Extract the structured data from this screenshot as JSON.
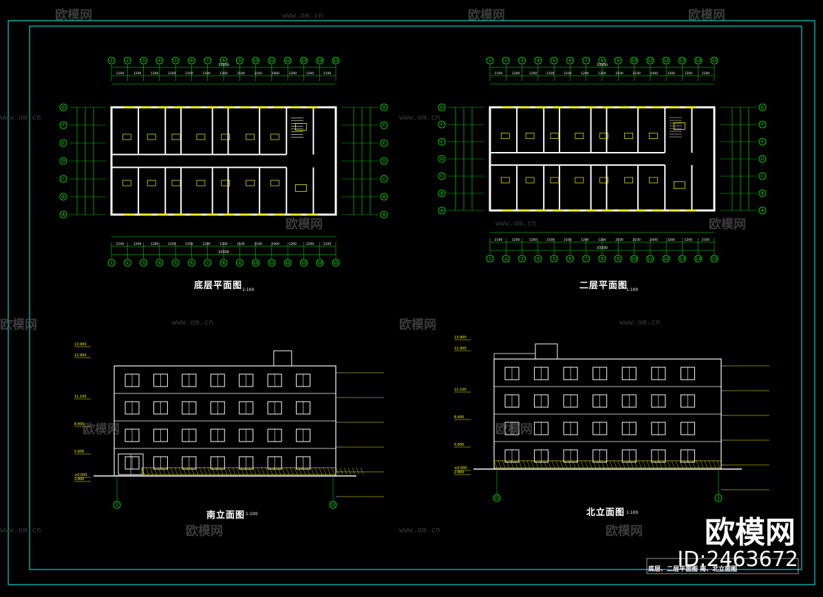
{
  "drawings": {
    "ground_plan": {
      "title": "底层平面图",
      "scale": "1:100"
    },
    "second_plan": {
      "title": "二层平面图",
      "scale": "1:100"
    },
    "south_elevation": {
      "title": "南立面图",
      "scale": "1:100"
    },
    "north_elevation": {
      "title": "北立面图",
      "scale": "1:100"
    }
  },
  "sheet": {
    "title": "底层、二层平面图 南、北立面图"
  },
  "brand": {
    "name": "欧模网",
    "id": "ID:2463672"
  },
  "watermark": {
    "name": "欧模网",
    "site": "www.om.cn"
  },
  "plan_dims": {
    "total": "33300",
    "upper_spans": [
      "2100",
      "1200",
      "1200",
      "2100",
      "2100",
      "1200",
      "1200",
      "2100",
      "2100",
      "2400",
      "1200",
      "1200",
      "2100"
    ],
    "axis_numbers": [
      "1",
      "2",
      "3",
      "4",
      "5",
      "6",
      "7",
      "8",
      "9",
      "10",
      "11",
      "12",
      "13",
      "14",
      "15"
    ],
    "row_letters": [
      "G",
      "F",
      "E",
      "D",
      "C",
      "B",
      "A"
    ]
  },
  "elevation_levels": [
    "13.900",
    "12.900",
    "11.100",
    "8.400",
    "5.600",
    "2.800",
    "±0.000"
  ],
  "colors": {
    "line": "#ffffff",
    "wall": "#ffffff",
    "fixture": "#ffff00",
    "dim": "#00ff00",
    "frame": "#00ffff",
    "watermark": "#6b6b6b"
  }
}
